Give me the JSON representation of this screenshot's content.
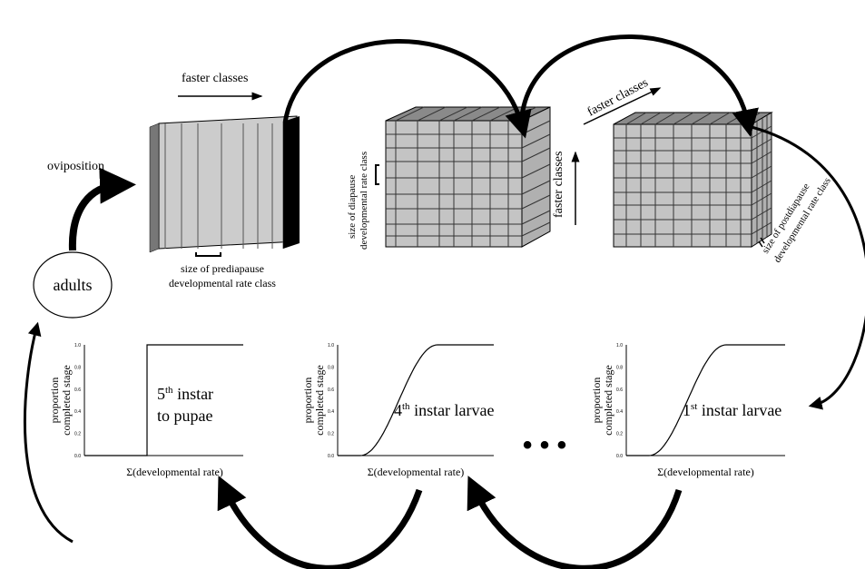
{
  "labels": {
    "oviposition": "oviposition",
    "adults": "adults",
    "faster_classes_1": "faster classes",
    "faster_classes_2": "faster classes",
    "faster_classes_3": "faster classes",
    "prediapause_line1": "size of prediapause",
    "prediapause_line2": "developmental rate class",
    "diapause_line1": "size of diapause",
    "diapause_line2": "developmental rate class",
    "postdiapause_line1": "size of postdiapause",
    "postdiapause_line2": "developmental rate class",
    "ellipsis": "• • •"
  },
  "plots": [
    {
      "id": "fifth-instar",
      "curve": "step",
      "title_num": "5",
      "title_sup": "th",
      "title_rest": " instar",
      "title_line2": "to pupae",
      "ylabel_line1": "proportion",
      "ylabel_line2": "completed stage",
      "xlabel": "Σ(developmental rate)",
      "ticks": [
        "1.0",
        "0.8",
        "0.6",
        "0.4",
        "0.2",
        "0.0"
      ]
    },
    {
      "id": "fourth-instar",
      "curve": "sigmoid",
      "title_num": "4",
      "title_sup": "th",
      "title_rest": " instar larvae",
      "title_line2": "",
      "ylabel_line1": "proportion",
      "ylabel_line2": "completed stage",
      "xlabel": "Σ(developmental rate)",
      "ticks": [
        "1.0",
        "0.8",
        "0.6",
        "0.4",
        "0.2",
        "0.0"
      ]
    },
    {
      "id": "first-instar",
      "curve": "sigmoid",
      "title_num": "1",
      "title_sup": "st",
      "title_rest": " instar larvae",
      "title_line2": "",
      "ylabel_line1": "proportion",
      "ylabel_line2": "completed stage",
      "xlabel": "Σ(developmental rate)",
      "ticks": [
        "1.0",
        "0.8",
        "0.6",
        "0.4",
        "0.2",
        "0.0"
      ]
    }
  ]
}
